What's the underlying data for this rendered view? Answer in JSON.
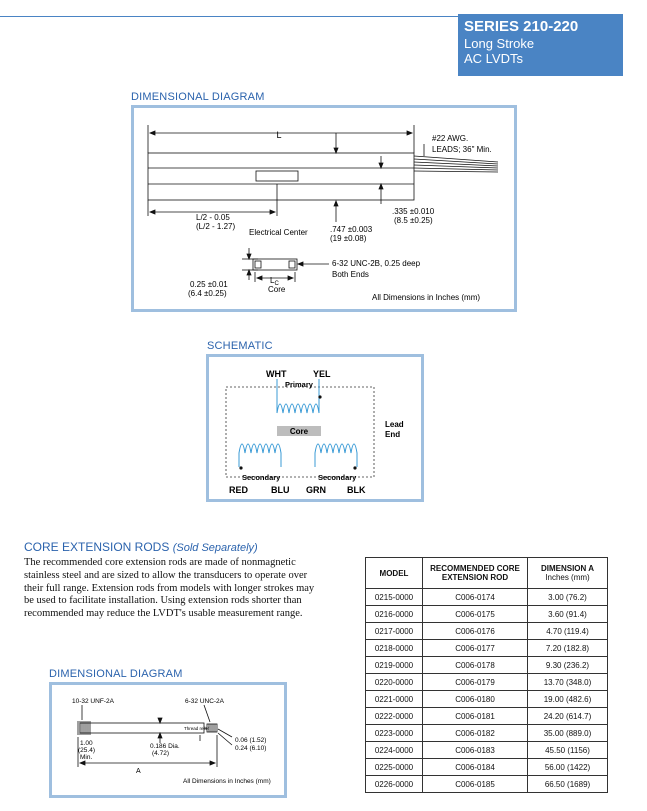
{
  "header": {
    "series": "SERIES 210-220",
    "line2": "Long Stroke",
    "line3": "AC LVDTs"
  },
  "dim1": {
    "title": "DIMENSIONAL DIAGRAM",
    "L": "L",
    "awg": "#22 AWG.",
    "leads": "LEADS; 36\" Min.",
    "half1": "L/2 - 0.05",
    "half2": "(L/2 - 1.27)",
    "center": "Electrical Center",
    "d747a": ".747 ±0.003",
    "d747b": "(19 ±0.08)",
    "d335a": ".335 ±0.010",
    "d335b": "(8.5 ±0.25)",
    "thread": "6-32 UNC-2B, 0.25 deep",
    "both": "Both Ends",
    "lc": "L",
    "lc_sub": "C",
    "core": "Core",
    "d25a": "0.25 ±0.01",
    "d25b": "(6.4 ±0.25)",
    "units": "All Dimensions in Inches (mm)"
  },
  "schematic": {
    "title": "SCHEMATIC",
    "wht": "WHT",
    "yel": "YEL",
    "primary": "Primary",
    "core": "Core",
    "lead": "Lead",
    "end": "End",
    "secondary": "Secondary",
    "red": "RED",
    "blu": "BLU",
    "grn": "GRN",
    "blk": "BLK"
  },
  "cer": {
    "title": "CORE EXTENSION RODS",
    "note": "(Sold Separately)",
    "text": "The recommended core extension rods are made of nonmagnetic stainless steel and are sized to allow the transducers to operate over their full range. Extension rods from models with longer strokes may be used to facilitate installation. Using extension rods shorter than recommended may reduce the LVDT's usable measurement range."
  },
  "dim2": {
    "title": "DIMENSIONAL DIAGRAM",
    "t1": "10-32 UNF-2A",
    "t2": "6-32 UNC-2A",
    "relief": "Thread relief",
    "d100a": "1.00",
    "d100b": "(25.4)",
    "min": "Min.",
    "d186a": "0.186 Dia.",
    "d186b": "(4.72)",
    "d06": "0.06 (1.52)",
    "d24": "0.24 (6.10)",
    "a": "A",
    "units": "All Dimensions in Inches (mm)"
  },
  "table": {
    "h_model": "MODEL",
    "h_rod1": "RECOMMENDED CORE",
    "h_rod2": "EXTENSION ROD",
    "h_dim1": "DIMENSION A",
    "h_dim2": "Inches (mm)",
    "rows": [
      [
        "0215-0000",
        "C006-0174",
        "3.00 (76.2)"
      ],
      [
        "0216-0000",
        "C006-0175",
        "3.60 (91.4)"
      ],
      [
        "0217-0000",
        "C006-0176",
        "4.70 (119.4)"
      ],
      [
        "0218-0000",
        "C006-0177",
        "7.20 (182.8)"
      ],
      [
        "0219-0000",
        "C006-0178",
        "9.30 (236.2)"
      ],
      [
        "0220-0000",
        "C006-0179",
        "13.70 (348.0)"
      ],
      [
        "0221-0000",
        "C006-0180",
        "19.00 (482.6)"
      ],
      [
        "0222-0000",
        "C006-0181",
        "24.20 (614.7)"
      ],
      [
        "0223-0000",
        "C006-0182",
        "35.00 (889.0)"
      ],
      [
        "0224-0000",
        "C006-0183",
        "45.50 (1156)"
      ],
      [
        "0225-0000",
        "C006-0184",
        "56.00 (1422)"
      ],
      [
        "0226-0000",
        "C006-0185",
        "66.50 (1689)"
      ]
    ]
  },
  "colors": {
    "accent": "#4a84c4",
    "frame": "#9fbfdf",
    "coil": "#3b9bd6"
  }
}
